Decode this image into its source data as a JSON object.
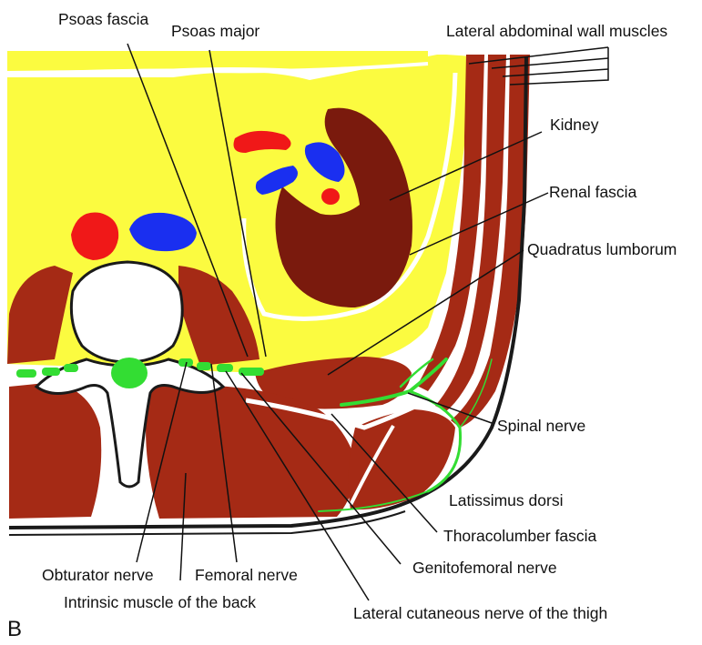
{
  "figure": {
    "panel_letter": "B"
  },
  "labels": {
    "psoas_fascia": "Psoas fascia",
    "psoas_major": "Psoas major",
    "lateral_abdominal_wall_muscles": "Lateral abdominal wall muscles",
    "kidney": "Kidney",
    "renal_fascia": "Renal fascia",
    "quadratus_lumborum": "Quadratus lumborum",
    "spinal_nerve": "Spinal nerve",
    "latissimus_dorsi": "Latissimus dorsi",
    "thoracolumbar_fascia": "Thoracolumber fascia",
    "genitofemoral_nerve": "Genitofemoral nerve",
    "obturator_nerve": "Obturator nerve",
    "femoral_nerve": "Femoral nerve",
    "intrinsic_back_muscle": "Intrinsic muscle of the back",
    "lateral_cutaneous_nerve": "Lateral cutaneous nerve of the thigh"
  },
  "colors": {
    "fat": "#fbfb40",
    "muscle": "#a52a15",
    "kidney": "#7a1a0d",
    "artery": "#f01818",
    "vein": "#1a2ff0",
    "nerve": "#33dd33",
    "bone": "#ffffff",
    "outline": "#1a1a1a"
  }
}
